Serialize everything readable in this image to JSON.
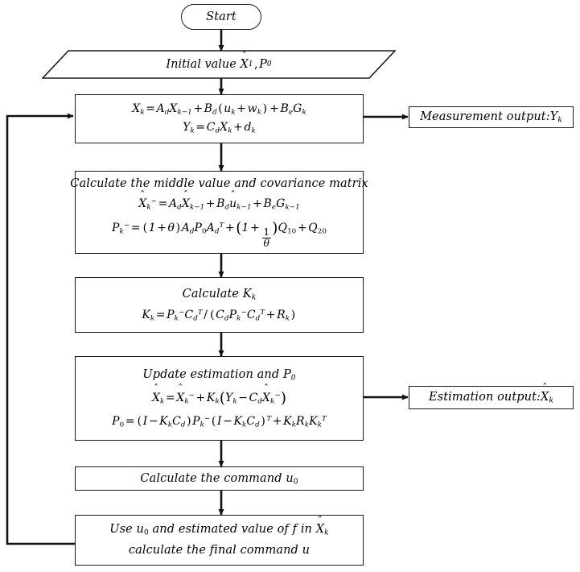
{
  "diagram": {
    "title": "Kalman filter control flowchart",
    "accent_color": "#1b1b1b",
    "background": "#ffffff"
  },
  "nodes": {
    "start": {
      "label": "Start",
      "shape": "stadium"
    },
    "initial_value": {
      "label": "Initial value X̂1, P0",
      "shape": "parallelogram",
      "text_prefix": "Initial value",
      "var_x": "X",
      "var_x_sub": "1",
      "var_p": "P",
      "var_p_sub": "0"
    },
    "system_model": {
      "shape": "rect",
      "line1": "Xk = Ad Xk−1 + Bd (uk + wk) + Be Gk",
      "line2": "Yk = Cd Xk + dk"
    },
    "measurement_output": {
      "shape": "rect",
      "label": "Measurement output:Yk",
      "text_prefix": "Measurement output:",
      "var": "Y",
      "var_sub": "k"
    },
    "predict": {
      "shape": "rect",
      "title": "Calculate the middle value and covariance matrix",
      "line1": "X̂k⁻ = Ad X̂k−1 + Bd ûk−1 + Be Gk−1",
      "line2": "Pk⁻ = (1 + θ) Ad P0 AdT + (1 + 1/θ) Q10 + Q20"
    },
    "gain": {
      "shape": "rect",
      "title": "Calculate Kk",
      "title_prefix": "Calculate",
      "title_var": "K",
      "title_var_sub": "k",
      "line1": "Kk = Pk⁻ CdT / (Cd Pk⁻ CdT + Rk)"
    },
    "update": {
      "shape": "rect",
      "title": "Update estimation and P0",
      "title_prefix": "Update estimation and",
      "title_var": "P",
      "title_var_sub": "0",
      "line1": "X̂k = X̂k⁻ + Kk (Yk − Cd X̂k⁻)",
      "line2": "P0 = (I − Kk Cd) Pk⁻ (I − Kk Cd)T + Kk Rk KkT"
    },
    "estimation_output": {
      "shape": "rect",
      "label": "Estimation output:X̂k",
      "text_prefix": "Estimation output:",
      "var": "X",
      "var_sub": "k"
    },
    "command": {
      "shape": "rect",
      "label": "Calculate the command u0",
      "text_prefix": "Calculate the command",
      "var": "u",
      "var_sub": "0"
    },
    "final_command": {
      "shape": "rect",
      "line1_prefix": "Use",
      "line1_var1": "u",
      "line1_var1_sub": "0",
      "line1_mid": "and estimated value of",
      "line1_var2": "f",
      "line1_in": "in",
      "line1_var3": "X",
      "line1_var3_sub": "k",
      "line2": "calculate the final command u",
      "line2_prefix": "calculate the final command",
      "line2_var": "u"
    }
  },
  "symbols": {
    "hat": "ˆ",
    "minus_sup": "−",
    "theta": "θ",
    "transpose": "T",
    "identity": "I"
  },
  "edges": [
    {
      "name": "start-to-initial",
      "from": "start",
      "to": "initial_value"
    },
    {
      "name": "initial-to-system",
      "from": "initial_value",
      "to": "system_model"
    },
    {
      "name": "system-to-measurement",
      "from": "system_model",
      "to": "measurement_output"
    },
    {
      "name": "system-to-predict",
      "from": "system_model",
      "to": "predict"
    },
    {
      "name": "predict-to-gain",
      "from": "predict",
      "to": "gain"
    },
    {
      "name": "gain-to-update",
      "from": "gain",
      "to": "update"
    },
    {
      "name": "update-to-estimation",
      "from": "update",
      "to": "estimation_output"
    },
    {
      "name": "update-to-command",
      "from": "update",
      "to": "command"
    },
    {
      "name": "command-to-final",
      "from": "command",
      "to": "final_command"
    },
    {
      "name": "feedback-loop",
      "from": "final_command",
      "to": "system_model"
    }
  ]
}
